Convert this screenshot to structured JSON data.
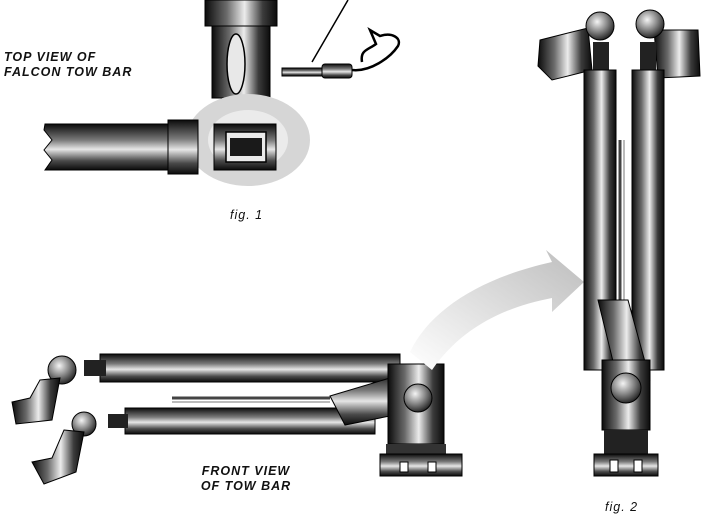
{
  "labels": {
    "top_view_line1": "TOP VIEW OF",
    "top_view_line2": "FALCON TOW BAR",
    "front_view_line1": "FRONT VIEW",
    "front_view_line2": "OF TOW BAR",
    "fig1": "fig. 1",
    "fig2": "fig. 2"
  },
  "colors": {
    "metal_dark": "#111111",
    "metal_light": "#d8d8d8",
    "arrow_gray": "#cccccc",
    "line": "#000000"
  }
}
